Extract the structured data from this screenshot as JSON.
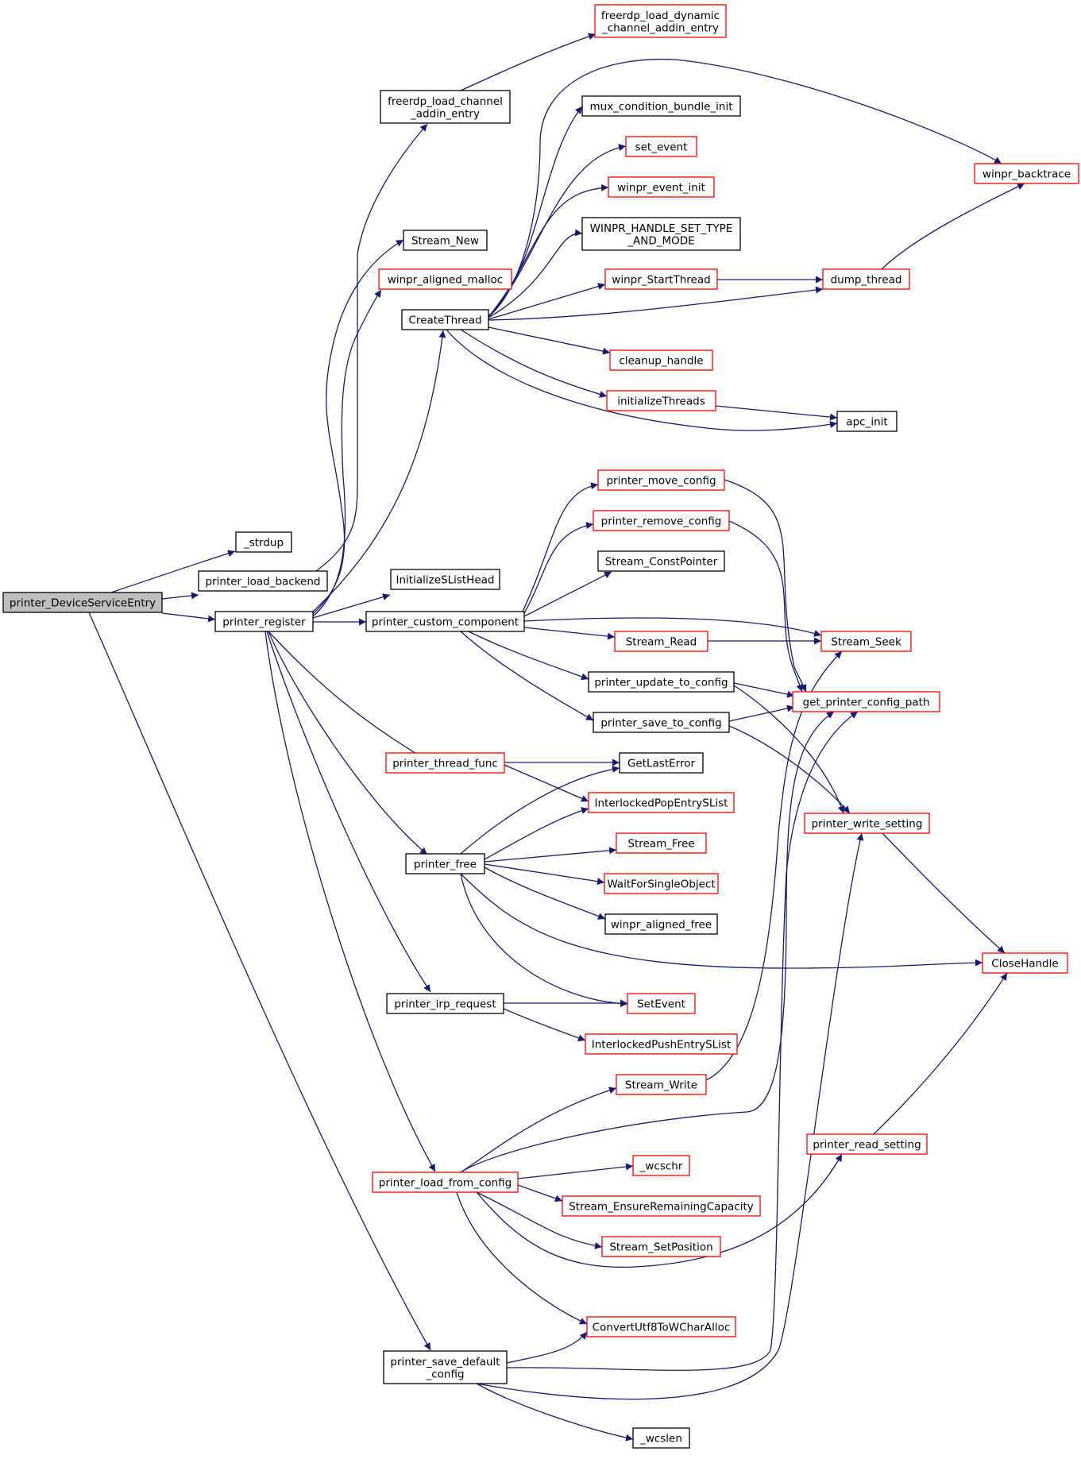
{
  "colors": {
    "edge": "#191970",
    "node_fill": "#ffffff",
    "root_fill": "#bfbfbf",
    "border_black": "#000000",
    "border_red": "#ff0000",
    "text": "#000000"
  },
  "nodes": {
    "root": {
      "lines": [
        "printer_DeviceServiceEntry"
      ],
      "style": "root"
    },
    "strdup": {
      "lines": [
        "_strdup"
      ],
      "style": "black"
    },
    "load_backend": {
      "lines": [
        "printer_load_backend"
      ],
      "style": "black"
    },
    "register": {
      "lines": [
        "printer_register"
      ],
      "style": "black"
    },
    "load_channel": {
      "lines": [
        "freerdp_load_channel",
        "_addin_entry"
      ],
      "style": "black"
    },
    "load_dynamic": {
      "lines": [
        "freerdp_load_dynamic",
        "_channel_addin_entry"
      ],
      "style": "red"
    },
    "stream_new": {
      "lines": [
        "Stream_New"
      ],
      "style": "black"
    },
    "aligned_malloc": {
      "lines": [
        "winpr_aligned_malloc"
      ],
      "style": "red"
    },
    "create_thread": {
      "lines": [
        "CreateThread"
      ],
      "style": "black"
    },
    "mux_init": {
      "lines": [
        "mux_condition_bundle_init"
      ],
      "style": "black"
    },
    "set_event_lc": {
      "lines": [
        "set_event"
      ],
      "style": "red"
    },
    "winpr_event_init": {
      "lines": [
        "winpr_event_init"
      ],
      "style": "red"
    },
    "handle_set_type": {
      "lines": [
        "WINPR_HANDLE_SET_TYPE",
        "_AND_MODE"
      ],
      "style": "black"
    },
    "start_thread": {
      "lines": [
        "winpr_StartThread"
      ],
      "style": "red"
    },
    "cleanup_handle": {
      "lines": [
        "cleanup_handle"
      ],
      "style": "red"
    },
    "init_threads": {
      "lines": [
        "initializeThreads"
      ],
      "style": "red"
    },
    "backtrace": {
      "lines": [
        "winpr_backtrace"
      ],
      "style": "red"
    },
    "dump_thread": {
      "lines": [
        "dump_thread"
      ],
      "style": "red"
    },
    "apc_init": {
      "lines": [
        "apc_init"
      ],
      "style": "black"
    },
    "init_slist": {
      "lines": [
        "InitializeSListHead"
      ],
      "style": "black"
    },
    "custom_component": {
      "lines": [
        "printer_custom_component"
      ],
      "style": "black"
    },
    "move_config": {
      "lines": [
        "printer_move_config"
      ],
      "style": "red"
    },
    "remove_config": {
      "lines": [
        "printer_remove_config"
      ],
      "style": "red"
    },
    "const_pointer": {
      "lines": [
        "Stream_ConstPointer"
      ],
      "style": "black"
    },
    "stream_read": {
      "lines": [
        "Stream_Read"
      ],
      "style": "red"
    },
    "update_to_config": {
      "lines": [
        "printer_update_to_config"
      ],
      "style": "black"
    },
    "save_to_config": {
      "lines": [
        "printer_save_to_config"
      ],
      "style": "black"
    },
    "stream_seek": {
      "lines": [
        "Stream_Seek"
      ],
      "style": "red"
    },
    "get_config_path": {
      "lines": [
        "get_printer_config_path"
      ],
      "style": "red"
    },
    "thread_func": {
      "lines": [
        "printer_thread_func"
      ],
      "style": "red"
    },
    "get_last_error": {
      "lines": [
        "GetLastError"
      ],
      "style": "black"
    },
    "pop_slist": {
      "lines": [
        "InterlockedPopEntrySList"
      ],
      "style": "red"
    },
    "printer_free": {
      "lines": [
        "printer_free"
      ],
      "style": "black"
    },
    "stream_free": {
      "lines": [
        "Stream_Free"
      ],
      "style": "red"
    },
    "wait_single": {
      "lines": [
        "WaitForSingleObject"
      ],
      "style": "red"
    },
    "aligned_free": {
      "lines": [
        "winpr_aligned_free"
      ],
      "style": "black"
    },
    "write_setting": {
      "lines": [
        "printer_write_setting"
      ],
      "style": "red"
    },
    "close_handle": {
      "lines": [
        "CloseHandle"
      ],
      "style": "red"
    },
    "irp_request": {
      "lines": [
        "printer_irp_request"
      ],
      "style": "black"
    },
    "set_event": {
      "lines": [
        "SetEvent"
      ],
      "style": "red"
    },
    "push_slist": {
      "lines": [
        "InterlockedPushEntrySList"
      ],
      "style": "red"
    },
    "stream_write": {
      "lines": [
        "Stream_Write"
      ],
      "style": "red"
    },
    "read_setting": {
      "lines": [
        "printer_read_setting"
      ],
      "style": "red"
    },
    "load_from_config": {
      "lines": [
        "printer_load_from_config"
      ],
      "style": "red"
    },
    "wcschr": {
      "lines": [
        "_wcschr"
      ],
      "style": "red"
    },
    "ensure_capacity": {
      "lines": [
        "Stream_EnsureRemainingCapacity"
      ],
      "style": "red"
    },
    "set_position": {
      "lines": [
        "Stream_SetPosition"
      ],
      "style": "red"
    },
    "convert_utf8": {
      "lines": [
        "ConvertUtf8ToWCharAlloc"
      ],
      "style": "red"
    },
    "save_default": {
      "lines": [
        "printer_save_default",
        "_config"
      ],
      "style": "black"
    },
    "wcslen": {
      "lines": [
        "_wcslen"
      ],
      "style": "black"
    }
  }
}
